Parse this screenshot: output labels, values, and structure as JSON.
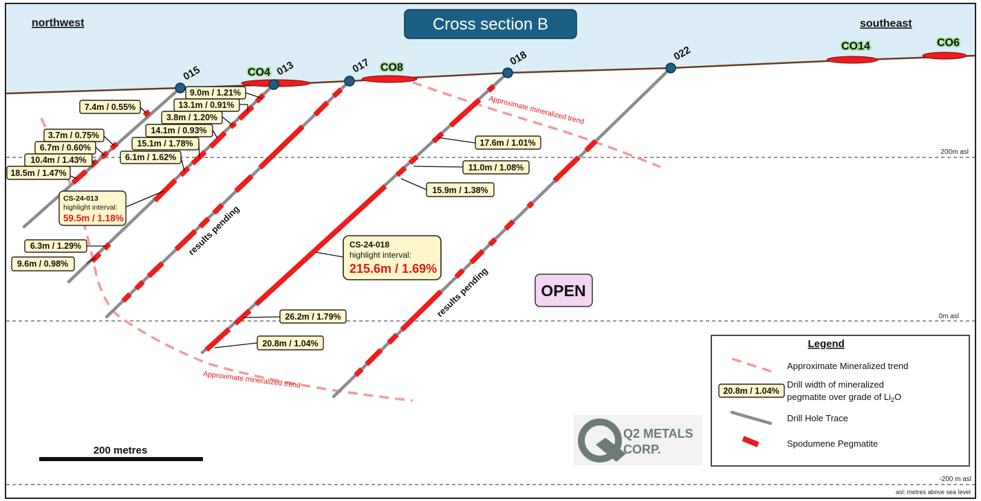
{
  "title": "Cross section B",
  "direction_left": "northwest",
  "direction_right": "southeast",
  "elevation_labels": [
    "200m asl",
    "0m asl",
    "-200 m asl"
  ],
  "asl_note": "asl: metres above sea level",
  "hole_ids": [
    "015",
    "013",
    "017",
    "018",
    "022"
  ],
  "occurrences": [
    "CO4",
    "CO8",
    "CO14",
    "CO6"
  ],
  "intervals": {
    "h015": [
      "7.4m / 0.55%",
      "3.7m / 0.75%",
      "6.7m / 0.60%",
      "10.4m / 1.43%",
      "18.5m / 1.47%"
    ],
    "h013": [
      "9.0m / 1.21%",
      "13.1m / 0.91%",
      "3.8m / 1.20%",
      "14.1m / 0.93%",
      "15.1m / 1.78%",
      "6.1m / 1.62%",
      "6.3m / 1.29%",
      "9.6m / 0.98%"
    ],
    "h018": [
      "17.6m / 1.01%",
      "11.0m / 1.08%",
      "15.9m / 1.38%",
      "26.2m / 1.79%",
      "20.8m / 1.04%"
    ]
  },
  "highlight_013": {
    "hole": "CS-24-013",
    "caption": "highlight interval:",
    "value": "59.5m / 1.18%"
  },
  "highlight_018": {
    "hole": "CS-24-018",
    "caption": "highlight interval:",
    "value": "215.6m / 1.69%"
  },
  "results_pending": "results pending",
  "trend_label": "Approximate mineralized trend",
  "open_label": "OPEN",
  "scale_bar_label": "200 metres",
  "logo": {
    "line1": "Q2 METALS",
    "line2": "CORP."
  },
  "legend": {
    "title": "Legend",
    "trend": "Approximate Mineralized trend",
    "sample_box": "20.8m / 1.04%",
    "width_line1": "Drill width of mineralized",
    "width_line2_pre": "pegmatite over grade of Li",
    "width_sub": "2",
    "width_line2_post": "O",
    "drill": "Drill Hole Trace",
    "spod": "Spodumene Pegmatite"
  },
  "colors": {
    "sky": "#dbeef7",
    "title_box": "#1c5f84",
    "pegmatite": "#ee1c1c",
    "trend": "#f59a9a",
    "highlight_value": "#e8141b",
    "open_box": "#f3d6f1",
    "collar": "#1f5f85"
  }
}
